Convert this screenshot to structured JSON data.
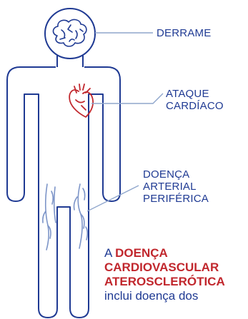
{
  "colors": {
    "outline": "#1f3a93",
    "accent": "#c1272d",
    "leader": "#8fa6cc",
    "vessel": "#7d95c8"
  },
  "icons": [
    "brain-icon",
    "heart-icon",
    "blood-vessel-icon"
  ],
  "labels": {
    "stroke": [
      "DERRAME"
    ],
    "heart_attack": [
      "ATAQUE",
      "CARDÍACO"
    ],
    "pad": [
      "DOENÇA",
      "ARTERIAL",
      "PERIFÉRICA"
    ]
  },
  "description": {
    "article": "A ",
    "term_line1": "DOENÇA",
    "term_line2": "CARDIOVASCULAR",
    "term_line3": "ATEROSCLERÓTICA",
    "line4": "inclui doença dos"
  }
}
